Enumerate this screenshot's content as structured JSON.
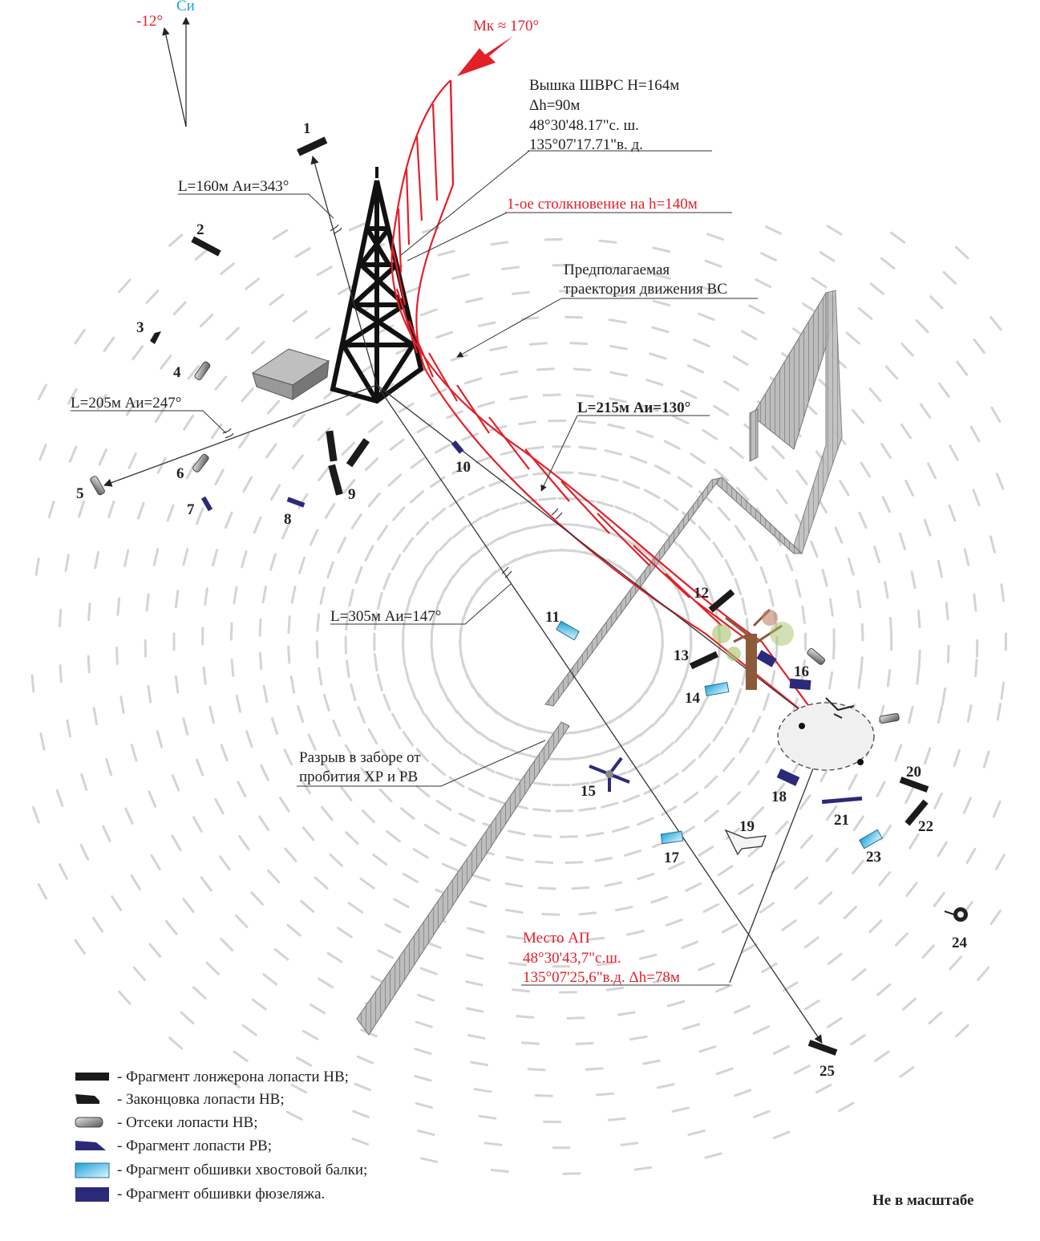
{
  "north": {
    "magnetic": "-12°",
    "true": "Си"
  },
  "heading": "Мк ≈ 170°",
  "tower": {
    "title": "Вышка ШВРС Н=164м",
    "dh": "Δh=90м",
    "lat": "48°30'48.17\"с. ш.",
    "lon": "135°07'17.71\"в. д."
  },
  "first_collision": "1-ое столкновение на h=140м",
  "trajectory": {
    "line1": "Предполагаемая",
    "line2": "траектория движения ВС"
  },
  "distances": {
    "d1": "L=160м Аи=343°",
    "d2": "L=205м Аи=247°",
    "d3": "L=215м Аи=130°",
    "d4": "L=305м Аи=147°"
  },
  "fence_break": {
    "line1": "Разрыв в заборе от",
    "line2": "пробития ХР и РВ"
  },
  "crash_site": {
    "title": "Место АП",
    "lat": "48°30'43,7\"с.ш.",
    "lon": "135°07'25,6\"в.д. Δh=78м"
  },
  "fragments": [
    "1",
    "2",
    "3",
    "4",
    "5",
    "6",
    "7",
    "8",
    "9",
    "10",
    "11",
    "12",
    "13",
    "14",
    "15",
    "16",
    "17",
    "18",
    "19",
    "20",
    "21",
    "22",
    "23",
    "24",
    "25"
  ],
  "legend": [
    {
      "type": "spar",
      "label": "- Фрагмент лонжерона лопасти НВ;"
    },
    {
      "type": "tip",
      "label": "- Законцовка лопасти НВ;"
    },
    {
      "type": "section",
      "label": "- Отсеки лопасти НВ;"
    },
    {
      "type": "tail-blade",
      "label": "- Фрагмент лопасти РВ;"
    },
    {
      "type": "tailboom-skin",
      "label": "- Фрагмент обшивки хвостовой балки;"
    },
    {
      "type": "fuselage-skin",
      "label": "- Фрагмент обшивки фюзеляжа."
    }
  ],
  "scale_note": "Не в масштабе",
  "colors": {
    "red": "#e3202a",
    "cyan": "#1ba3d9",
    "navy": "#2b2a7a",
    "black": "#1a1a1a"
  }
}
